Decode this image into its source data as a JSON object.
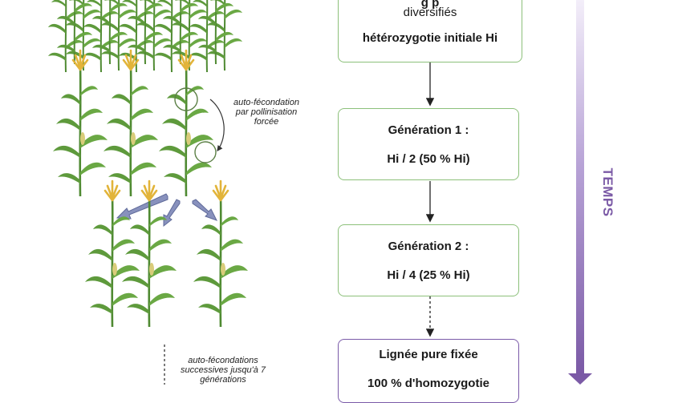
{
  "boxes": {
    "initial": {
      "line1": "g                 p                  ",
      "line2": "diversifiés",
      "line3": "hétérozygotie initiale Hi"
    },
    "gen1": {
      "title": "Génération 1 :",
      "value": "Hi / 2 (50 % Hi)"
    },
    "gen2": {
      "title": "Génération 2 :",
      "value": "Hi / 4 (25 % Hi)"
    },
    "pure": {
      "title": "Lignée pure fixée",
      "value": "100 % d'homozygotie"
    }
  },
  "notes": {
    "forced": [
      "auto-fécondation",
      "par pollinisation",
      "forcée"
    ],
    "successive": [
      "auto-fécondations",
      "successives jusqu'à 7",
      "générations"
    ]
  },
  "time_label": "TEMPS",
  "colors": {
    "green_border": "#8cc07a",
    "purple_border": "#7a5aa8",
    "time_arrow": "#7b5aa6",
    "plant_leaf": "#5e9a3c",
    "tassel": "#e2b43a",
    "blue_arrow": "#6a76a8"
  }
}
